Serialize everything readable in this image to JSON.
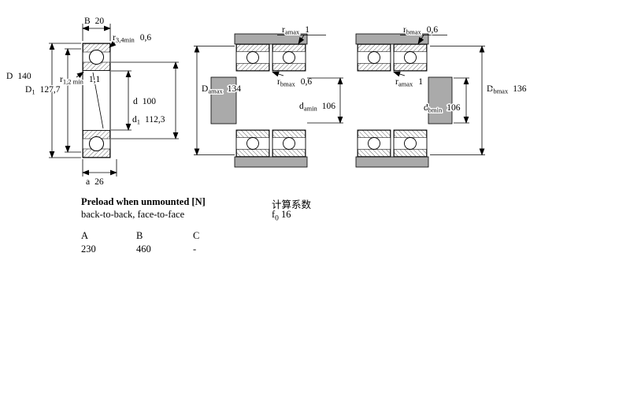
{
  "colors": {
    "shaded_part": "#aaaaaa",
    "line": "#000000",
    "background": "#ffffff"
  },
  "single": {
    "B": {
      "sym": "B",
      "val": "20"
    },
    "r34": {
      "sym": "r",
      "sub": "3,4min",
      "val": "0,6"
    },
    "D": {
      "sym": "D",
      "val": "140"
    },
    "r12": {
      "sym": "r",
      "sub": "1,2 min",
      "val": "1,1"
    },
    "D1": {
      "sym": "D",
      "sub": "1",
      "val": "127,7"
    },
    "d": {
      "sym": "d",
      "val": "100"
    },
    "d1": {
      "sym": "d",
      "sub": "1",
      "val": "112,3"
    },
    "a": {
      "sym": "a",
      "val": "26"
    }
  },
  "pair1": {
    "arrangement": "back-to-back",
    "ramax": {
      "sym": "r",
      "sub": "amax",
      "val": "1"
    },
    "Damax": {
      "sym": "D",
      "sub": "amax",
      "val": "134"
    },
    "rbmax": {
      "sym": "r",
      "sub": "bmax",
      "val": "0,6"
    },
    "damin": {
      "sym": "d",
      "sub": "amin",
      "val": "106"
    }
  },
  "pair2": {
    "arrangement": "face-to-face",
    "rbmax": {
      "sym": "r",
      "sub": "bmax",
      "val": "0,6"
    },
    "ramax": {
      "sym": "r",
      "sub": "amax",
      "val": "1"
    },
    "Dbmax": {
      "sym": "D",
      "sub": "bmax",
      "val": "136"
    },
    "dbmin": {
      "sym": "d",
      "sub": "bmin",
      "val": "106"
    }
  },
  "preload": {
    "title": "Preload when unmounted [N]",
    "subtitle": "back-to-back, face-to-face",
    "columns": [
      "A",
      "B",
      "C"
    ],
    "values": [
      "230",
      "460",
      "-"
    ]
  },
  "calc": {
    "title": "计算系数",
    "f0": {
      "sym": "f",
      "sub": "0",
      "val": "16"
    }
  }
}
